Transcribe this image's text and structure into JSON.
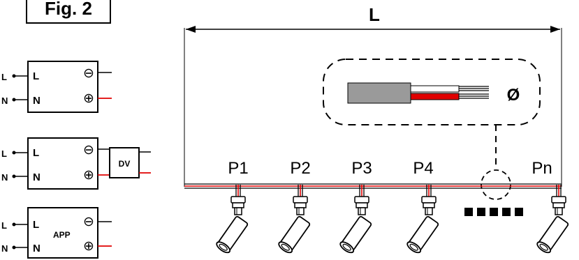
{
  "figure": {
    "title": "Fig. 2"
  },
  "dimension": {
    "length_label": "L"
  },
  "cable": {
    "diameter_label": "Ø"
  },
  "drivers": [
    {
      "input_l_label": "L",
      "input_n_label": "N",
      "box_l": "L",
      "box_n": "N",
      "minus": "⊖",
      "plus": "⊕",
      "module": ""
    },
    {
      "input_l_label": "L",
      "input_n_label": "N",
      "box_l": "L",
      "box_n": "N",
      "minus": "⊖",
      "plus": "⊕",
      "module": "DV"
    },
    {
      "input_l_label": "L",
      "input_n_label": "N",
      "box_l": "L",
      "box_n": "N",
      "minus": "⊖",
      "plus": "⊕",
      "app": "APP"
    }
  ],
  "positions": [
    "P1",
    "P2",
    "P3",
    "P4",
    "Pn"
  ],
  "colors": {
    "wire_red": "#e00000",
    "wire_black": "#000000",
    "cable_grey": "#9a9a9a"
  }
}
